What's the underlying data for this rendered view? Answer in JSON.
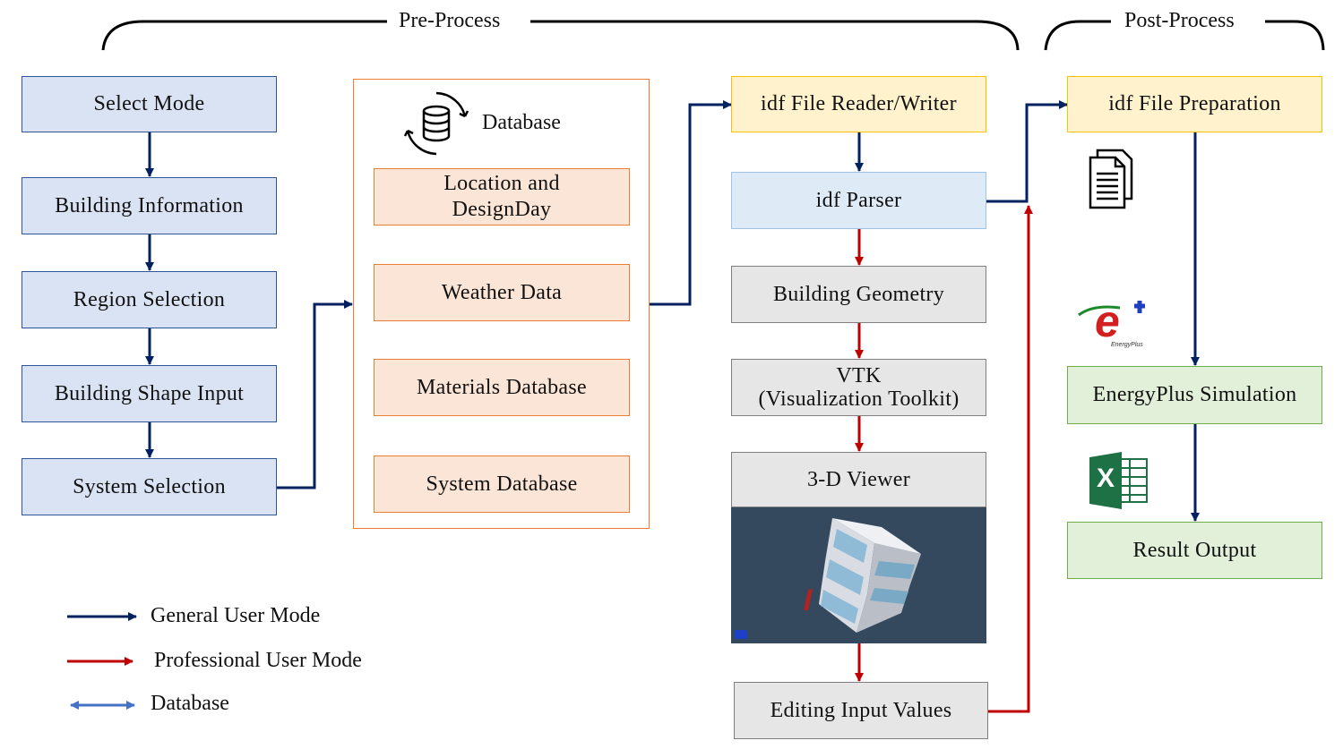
{
  "headers": {
    "pre_process": "Pre-Process",
    "post_process": "Post-Process"
  },
  "general_flow": {
    "select_mode": "Select Mode",
    "building_information": "Building Information",
    "region_selection": "Region Selection",
    "building_shape_input": "Building Shape Input",
    "system_selection": "System Selection"
  },
  "database": {
    "title": "Database",
    "location": "Location and DesignDay",
    "weather": "Weather Data",
    "materials": "Materials Database",
    "system": "System Database"
  },
  "idf_flow": {
    "reader_writer": "idf File Reader/Writer",
    "parser": "idf Parser",
    "building_geometry": "Building Geometry",
    "vtk_line1": "VTK",
    "vtk_line2": "(Visualization Toolkit)",
    "viewer": "3-D Viewer",
    "editing": "Editing Input Values"
  },
  "post_flow": {
    "preparation": "idf File Preparation",
    "simulation": "EnergyPlus Simulation",
    "result": "Result Output"
  },
  "logos": {
    "energyplus_letter": "e",
    "energyplus_small": "EnergyPlus",
    "excel_letter": "X"
  },
  "legend": {
    "general": "General User Mode",
    "professional": "Professional User Mode",
    "database": "Database"
  },
  "colors": {
    "general_arrow": "#002060",
    "professional_arrow": "#c00000",
    "database_arrow": "#4472c4"
  }
}
